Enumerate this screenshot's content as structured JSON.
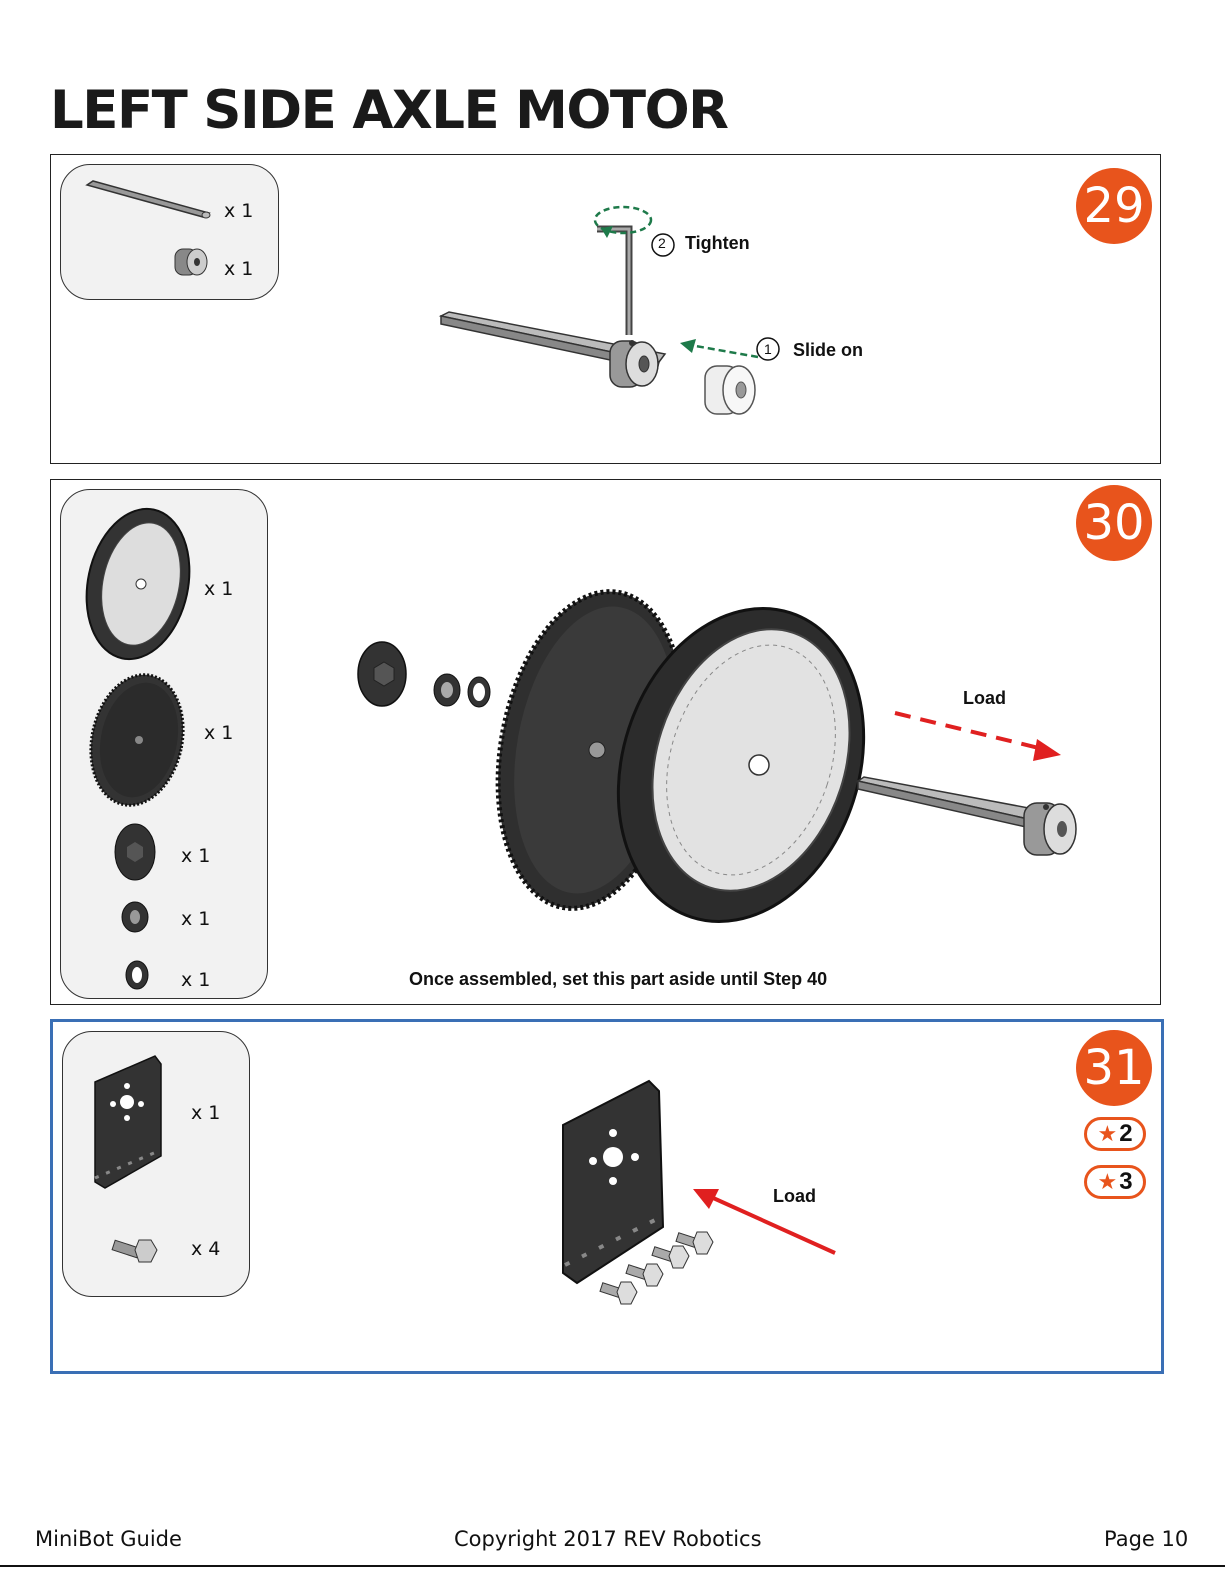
{
  "title": "LEFT SIDE AXLE MOTOR",
  "steps": [
    {
      "number": "29",
      "parts": [
        {
          "qty": "x 1",
          "icon": "hex-shaft-icon"
        },
        {
          "qty": "x 1",
          "icon": "shaft-collar-icon"
        }
      ],
      "labels": {
        "tighten": "Tighten",
        "tighten_num": "2",
        "slide": "Slide on",
        "slide_num": "1"
      }
    },
    {
      "number": "30",
      "parts": [
        {
          "qty": "x 1",
          "icon": "wheel-icon"
        },
        {
          "qty": "x 1",
          "icon": "gear-icon"
        },
        {
          "qty": "x 1",
          "icon": "hub-icon"
        },
        {
          "qty": "x 1",
          "icon": "spacer-icon"
        },
        {
          "qty": "x 1",
          "icon": "washer-icon"
        }
      ],
      "labels": {
        "load": "Load",
        "note": "Once assembled, set this part aside until Step 40"
      }
    },
    {
      "number": "31",
      "parts": [
        {
          "qty": "x 1",
          "icon": "motor-bracket-icon"
        },
        {
          "qty": "x 4",
          "icon": "screw-icon"
        }
      ],
      "labels": {
        "load": "Load"
      },
      "tool_badges": [
        {
          "num": "2",
          "icon": "star-hex-key-icon"
        },
        {
          "num": "3",
          "icon": "star-hex-key-icon"
        }
      ]
    }
  ],
  "colors": {
    "accent": "#e8541c",
    "highlight_border": "#3a6fb5",
    "green_arrow": "#1e7a4a",
    "red_arrow": "#e02020"
  },
  "footer": {
    "left": "MiniBot Guide",
    "center": "Copyright 2017 REV Robotics",
    "right": "Page 10"
  }
}
